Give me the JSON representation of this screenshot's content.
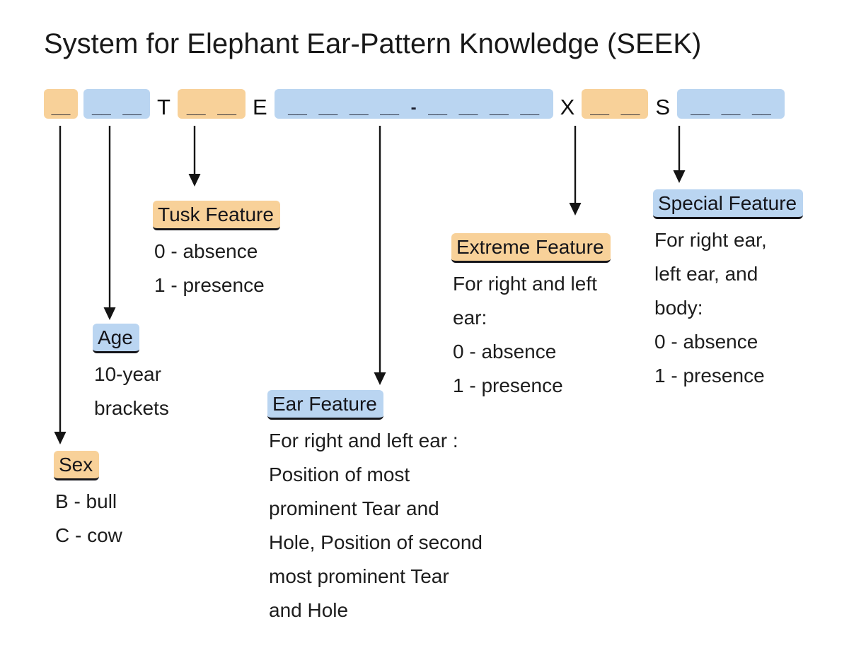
{
  "title": "System for Elephant Ear-Pattern Knowledge (SEEK)",
  "colors": {
    "highlight_orange": "#F8D199",
    "highlight_blue": "#BAD5F1",
    "text": "#1d1d1d",
    "arrow": "#141414"
  },
  "pattern": {
    "segments": [
      {
        "type": "block",
        "color": "orange",
        "text": "__"
      },
      {
        "type": "block",
        "color": "blue",
        "text": "__ __"
      },
      {
        "type": "letter",
        "text": "T"
      },
      {
        "type": "block",
        "color": "orange",
        "text": "__ __"
      },
      {
        "type": "letter",
        "text": "E"
      },
      {
        "type": "block",
        "color": "blue",
        "text": "__ __ __ __ - __ __ __ __"
      },
      {
        "type": "letter",
        "text": "X"
      },
      {
        "type": "block",
        "color": "orange",
        "text": "__ __"
      },
      {
        "type": "letter",
        "text": "S"
      },
      {
        "type": "block",
        "color": "blue",
        "text": "__ __ __"
      }
    ]
  },
  "sections": [
    {
      "id": "sex",
      "label": "Sex",
      "highlight": "orange",
      "lines": [
        "B - bull",
        "C - cow"
      ]
    },
    {
      "id": "age",
      "label": "Age",
      "highlight": "blue",
      "lines": [
        "10-year",
        "brackets"
      ]
    },
    {
      "id": "tusk",
      "label": "Tusk Feature",
      "highlight": "orange",
      "lines": [
        "0 - absence",
        "1 - presence"
      ]
    },
    {
      "id": "ear",
      "label": "Ear Feature",
      "highlight": "blue",
      "lines": [
        "For right and left ear :",
        "Position of most",
        "prominent Tear and",
        "Hole, Position of second",
        "most prominent Tear",
        "and Hole"
      ]
    },
    {
      "id": "extreme",
      "label": "Extreme Feature",
      "highlight": "orange",
      "lines": [
        "For right and left",
        "ear:",
        "0 - absence",
        "1 - presence"
      ]
    },
    {
      "id": "special",
      "label": "Special Feature",
      "highlight": "blue",
      "lines": [
        "For right ear,",
        "left ear, and",
        "body:",
        "0 - absence",
        "1 - presence"
      ]
    }
  ]
}
